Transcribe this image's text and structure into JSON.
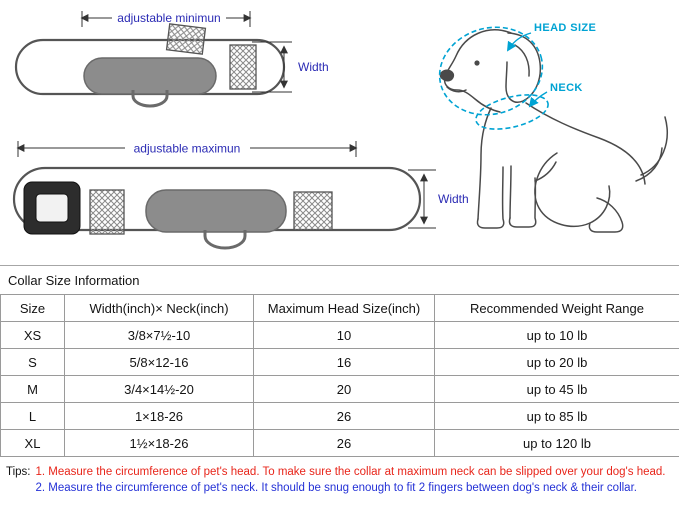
{
  "diagram": {
    "min_label": "adjustable minimun",
    "max_label": "adjustable maximun",
    "width_label": "Width",
    "head_size_label": "HEAD SIZE",
    "neck_label": "NECK",
    "colors": {
      "dimension_label": "#2b2bb4",
      "measurement_teal": "#00a3d3",
      "pad_gray": "#8c8c8c",
      "buckle_dark": "#2d2d2d"
    }
  },
  "section_title": "Collar Size Information",
  "table": {
    "headers": [
      "Size",
      "Width(inch)× Neck(inch)",
      "Maximum Head Size(inch)",
      "Recommended Weight Range"
    ],
    "rows": [
      [
        "XS",
        "3/8×7½-10",
        "10",
        "up to 10 lb"
      ],
      [
        "S",
        "5/8×12-16",
        "16",
        "up to 20 lb"
      ],
      [
        "M",
        "3/4×14½-20",
        "20",
        "up to 45 lb"
      ],
      [
        "L",
        "1×18-26",
        "26",
        "up to 85 lb"
      ],
      [
        "XL",
        "1½×18-26",
        "26",
        "up to 120 lb"
      ]
    ]
  },
  "tips": {
    "label": "Tips:",
    "tip1": "1. Measure the circumference of pet's head.  To make sure the collar at maximum neck can be slipped over your dog's head.",
    "tip2": "2. Measure the circumference of pet's neck. It should be snug enough to fit 2 fingers between dog's neck & their collar.",
    "colors": {
      "tip1": "#e8251a",
      "tip2": "#2431d6"
    }
  }
}
